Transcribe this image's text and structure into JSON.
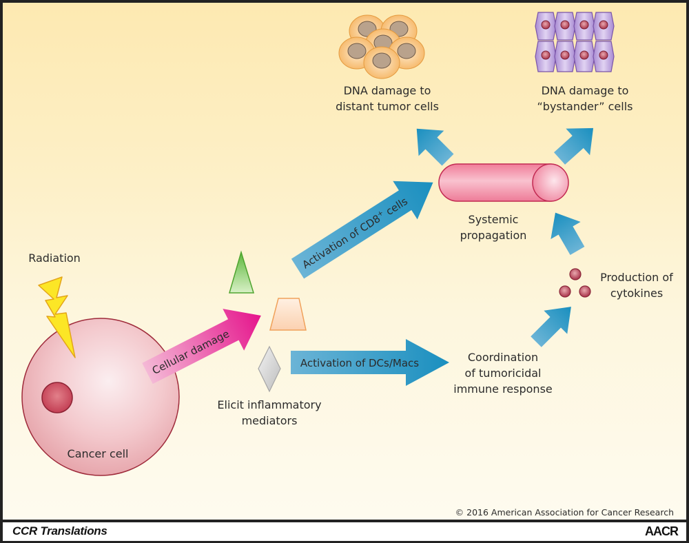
{
  "labels": {
    "radiation": "Radiation",
    "cancer_cell": "Cancer cell",
    "cellular_damage": "Cellular damage",
    "elicit_line1": "Elicit inflammatory",
    "elicit_line2": "mediators",
    "activation_cd8_prefix": "Activation of CD8",
    "activation_cd8_sup": "+",
    "activation_cd8_suffix": " cells",
    "activation_dcs": "Activation of DCs/Macs",
    "coordination_line1": "Coordination",
    "coordination_line2": "of tumoricidal",
    "coordination_line3": "immune response",
    "cytokines_line1": "Production of",
    "cytokines_line2": "cytokines",
    "systemic_line1": "Systemic",
    "systemic_line2": "propagation",
    "distant_line1": "DNA damage to",
    "distant_line2": "distant tumor cells",
    "bystander_line1": "DNA damage to",
    "bystander_line2": "“bystander” cells",
    "copyright": "© 2016 American Association for Cancer Research"
  },
  "footer": {
    "journal": "CCR Translations",
    "publisher_logo": "AACR"
  },
  "colors": {
    "arrow_blue": "#2d93bd",
    "damage_pink": "#e6369a",
    "cell_red": "#c8364f",
    "mediator_green": "#6cbf4b",
    "mediator_orange": "#f5a55a",
    "mediator_gray": "#c9c9c9",
    "bystander_purple": "#b79ad8",
    "tumor_orange": "#f6b766"
  }
}
